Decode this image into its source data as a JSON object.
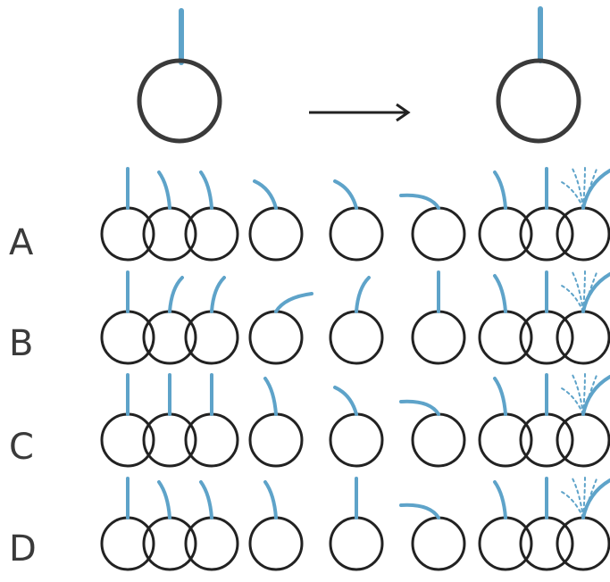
{
  "colors": {
    "stem": "#5ea3c9",
    "ring": "#222222",
    "big_ring": "#3a3a3a",
    "label": "#3a3a3a"
  },
  "header": {
    "left_icon": "circle-with-straight-stem",
    "arrow_icon": "right-arrow",
    "right_icon": "circle-with-straight-stem"
  },
  "rows": [
    {
      "label": "A",
      "sequence": [
        "straight",
        "bent-left",
        "bent-left",
        "bent-left-more",
        "bent-left-more",
        "flat-left",
        "bent-left",
        "straight",
        "spray"
      ]
    },
    {
      "label": "B",
      "sequence": [
        "straight",
        "bent-right",
        "bent-right",
        "flat-right",
        "bent-right",
        "straight",
        "bent-left",
        "straight",
        "spray"
      ]
    },
    {
      "label": "C",
      "sequence": [
        "straight",
        "straight",
        "straight",
        "bent-left",
        "bent-left-more",
        "flat-left",
        "bent-left",
        "straight",
        "spray"
      ]
    },
    {
      "label": "D",
      "sequence": [
        "straight",
        "bent-left",
        "bent-left",
        "bent-left",
        "straight",
        "flat-left",
        "bent-left",
        "straight",
        "spray"
      ]
    }
  ]
}
